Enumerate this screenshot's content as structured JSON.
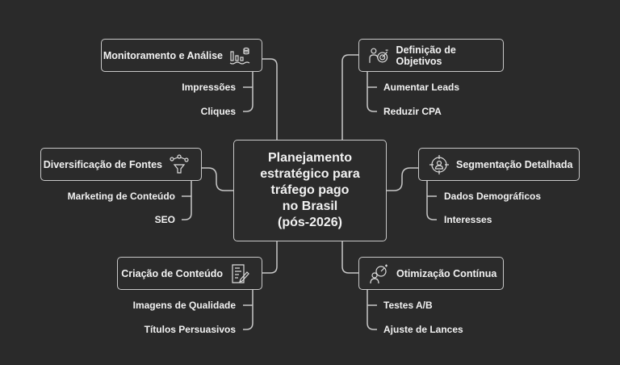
{
  "center": {
    "line1": "Planejamento",
    "line2": "estratégico para",
    "line3": "tráfego pago",
    "line4": "no Brasil",
    "line5": "(pós-2026)"
  },
  "nodes": [
    {
      "label": "Monitoramento e Análise",
      "icon": "chart-database-icon",
      "items": [
        "Impressões",
        "Cliques"
      ]
    },
    {
      "label": "Definição de Objetivos",
      "icon": "target-person-icon",
      "items": [
        "Aumentar Leads",
        "Reduzir CPA"
      ]
    },
    {
      "label": "Diversificação de Fontes",
      "icon": "network-funnel-icon",
      "items": [
        "Marketing de Conteúdo",
        "SEO"
      ]
    },
    {
      "label": "Segmentação Detalhada",
      "icon": "crosshair-user-icon",
      "items": [
        "Dados Demográficos",
        "Interesses"
      ]
    },
    {
      "label": "Criação de Conteúdo",
      "icon": "document-pen-icon",
      "items": [
        "Imagens de Qualidade",
        "Títulos Persuasivos"
      ]
    },
    {
      "label": "Otimização Contínua",
      "icon": "person-gauge-icon",
      "items": [
        "Testes A/B",
        "Ajuste de Lances"
      ]
    }
  ],
  "colors": {
    "background": "#2a2a2a",
    "stroke": "#c8c8c8",
    "text": "#f2f2f2"
  }
}
